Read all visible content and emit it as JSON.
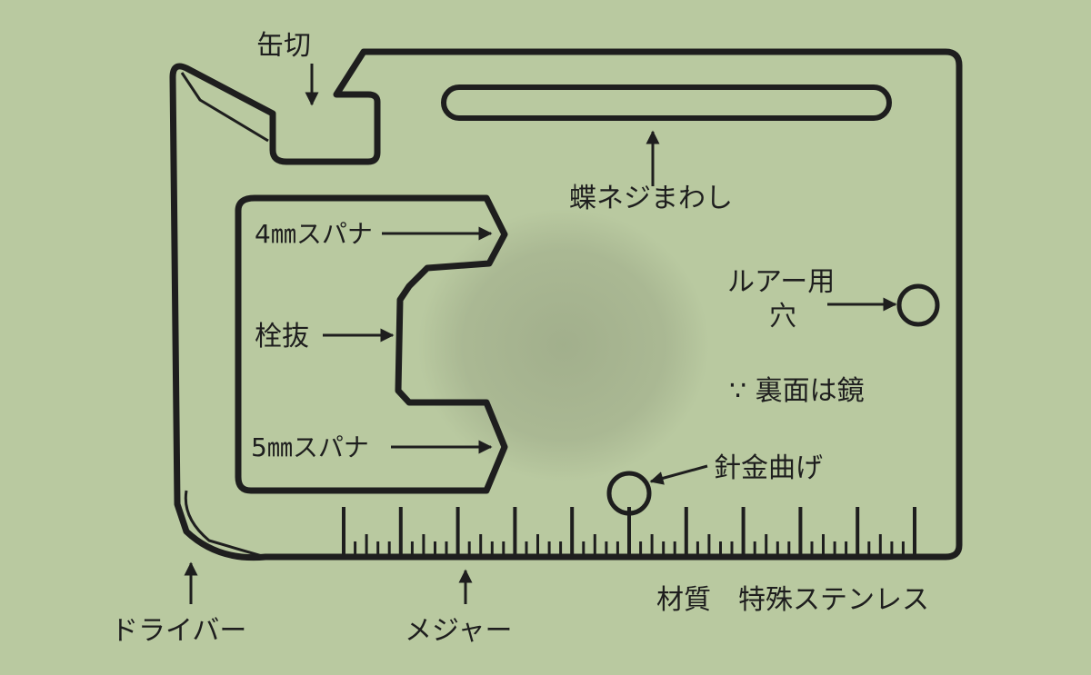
{
  "labels": {
    "can_opener": "缶切",
    "butterfly_nut": "蝶ネジまわし",
    "wrench_4mm": "4㎜スパナ",
    "bottle_opener": "栓抜",
    "wrench_5mm": "5㎜スパナ",
    "lure_hole_line1": "ルアー用",
    "lure_hole_line2": "穴",
    "mirror_note": "∵ 裏面は鏡",
    "wire_bender": "針金曲げ",
    "material": "材質　特殊ステンレス",
    "screwdriver": "ドライバー",
    "measure": "メジャー"
  },
  "colors": {
    "background": "#b9c9a0",
    "ink": "#1e1e1e",
    "stain": "#8f9a7c"
  },
  "ruler": {
    "major_ticks": 11,
    "minor_per_major": 5
  }
}
